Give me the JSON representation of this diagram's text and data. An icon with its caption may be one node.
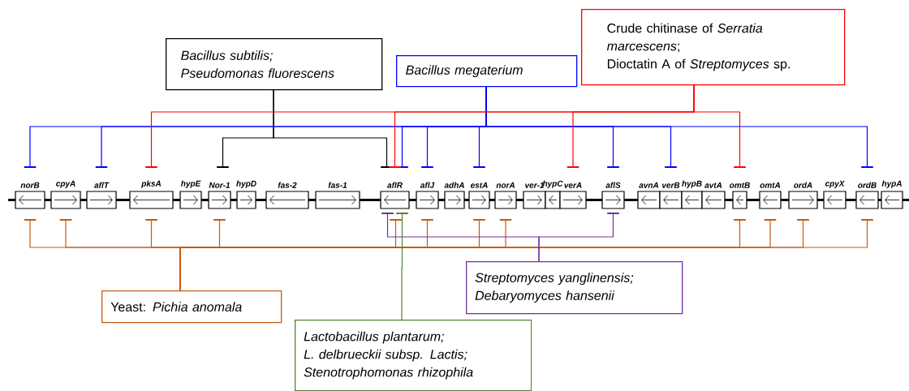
{
  "diagram": {
    "nodes": [
      {
        "text": [
          "Bacillus subtilis;",
          "Pseudomonas fluorescens"
        ]
      },
      {
        "text": [
          "Bacillus megaterium"
        ]
      },
      {
        "text": [
          "Crude chitinase of *Serratia marcescens*;",
          "Dioctatin A of *Streptomyces* sp."
        ]
      },
      {
        "text": [
          "Yeast: *Pichia anomala*"
        ]
      },
      {
        "text": [
          "Streptomyces yanglinensis;",
          "Debaryomyces hansenii"
        ]
      },
      {
        "text": [
          "Lactobacillus plantarum;",
          "L. delbrueckii subsp. Lactis;",
          "Stenotrophomonas rhizophila"
        ]
      },
      {
        "text": [
          "norB"
        ]
      },
      {
        "text": [
          "cpyA"
        ]
      },
      {
        "text": [
          "aflT"
        ]
      },
      {
        "text": [
          "pksA"
        ]
      },
      {
        "text": [
          "hypE"
        ]
      },
      {
        "text": [
          "Nor-1"
        ]
      },
      {
        "text": [
          "hypD"
        ]
      },
      {
        "text": [
          "fas-2"
        ]
      },
      {
        "text": [
          "fas-1"
        ]
      },
      {
        "text": [
          "aflR"
        ]
      },
      {
        "text": [
          "aflJ"
        ]
      },
      {
        "text": [
          "adhA"
        ]
      },
      {
        "text": [
          "estA"
        ]
      },
      {
        "text": [
          "norA"
        ]
      },
      {
        "text": [
          "ver-1"
        ]
      },
      {
        "text": [
          "hypC"
        ]
      },
      {
        "text": [
          "verA"
        ]
      },
      {
        "text": [
          "aflS"
        ]
      },
      {
        "text": [
          "avnA"
        ]
      },
      {
        "text": [
          "verB"
        ]
      },
      {
        "text": [
          "hypB"
        ]
      },
      {
        "text": [
          "avtA"
        ]
      },
      {
        "text": [
          "omtB"
        ]
      },
      {
        "text": [
          "omtA"
        ]
      },
      {
        "text": [
          "ordA"
        ]
      },
      {
        "text": [
          "cpyX"
        ]
      },
      {
        "text": [
          "ordB"
        ]
      },
      {
        "text": [
          "hypA"
        ]
      }
    ],
    "edges": [
      {
        "from": 0,
        "to": 11,
        "arrow": "other",
        "color": "#000000"
      },
      {
        "from": 0,
        "to": 15,
        "arrow": "other",
        "color": "#000000"
      },
      {
        "from": 1,
        "to": 6,
        "arrow": "other",
        "color": "#0000ff"
      },
      {
        "from": 1,
        "to": 8,
        "arrow": "other",
        "color": "#0000ff"
      },
      {
        "from": 1,
        "to": 15,
        "arrow": "other",
        "color": "#0000ff"
      },
      {
        "from": 1,
        "to": 16,
        "arrow": "other",
        "color": "#0000ff"
      },
      {
        "from": 1,
        "to": 18,
        "arrow": "other",
        "color": "#0000ff"
      },
      {
        "from": 1,
        "to": 23,
        "arrow": "other",
        "color": "#0000ff"
      },
      {
        "from": 1,
        "to": 25,
        "arrow": "other",
        "color": "#0000ff"
      },
      {
        "from": 1,
        "to": 32,
        "arrow": "other",
        "color": "#0000ff"
      },
      {
        "from": 2,
        "to": 9,
        "arrow": "other",
        "color": "#ff0000"
      },
      {
        "from": 2,
        "to": 15,
        "arrow": "other",
        "color": "#ff0000"
      },
      {
        "from": 2,
        "to": 22,
        "arrow": "other",
        "color": "#ff0000"
      },
      {
        "from": 2,
        "to": 28,
        "arrow": "other",
        "color": "#ff0000"
      },
      {
        "from": 3,
        "to": 6,
        "arrow": "other",
        "color": "#c55a11"
      },
      {
        "from": 3,
        "to": 7,
        "arrow": "other",
        "color": "#c55a11"
      },
      {
        "from": 3,
        "to": 9,
        "arrow": "other",
        "color": "#c55a11"
      },
      {
        "from": 3,
        "to": 11,
        "arrow": "other",
        "color": "#c55a11"
      },
      {
        "from": 3,
        "to": 15,
        "arrow": "other",
        "color": "#c55a11"
      },
      {
        "from": 3,
        "to": 16,
        "arrow": "other",
        "color": "#c55a11"
      },
      {
        "from": 3,
        "to": 18,
        "arrow": "other",
        "color": "#c55a11"
      },
      {
        "from": 3,
        "to": 19,
        "arrow": "other",
        "color": "#c55a11"
      },
      {
        "from": 3,
        "to": 28,
        "arrow": "other",
        "color": "#c55a11"
      },
      {
        "from": 3,
        "to": 29,
        "arrow": "other",
        "color": "#c55a11"
      },
      {
        "from": 3,
        "to": 30,
        "arrow": "other",
        "color": "#c55a11"
      },
      {
        "from": 3,
        "to": 32,
        "arrow": "other",
        "color": "#c55a11"
      },
      {
        "from": 4,
        "to": 15,
        "arrow": "other",
        "color": "#7030a0"
      },
      {
        "from": 4,
        "to": 23,
        "arrow": "other",
        "color": "#7030a0"
      },
      {
        "from": 5,
        "to": 15,
        "arrow": "other",
        "color": "#548235"
      }
    ]
  }
}
